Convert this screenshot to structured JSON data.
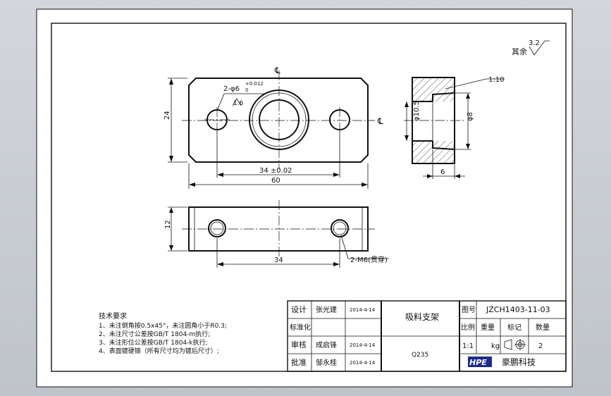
{
  "drawing": {
    "roughness": {
      "label": "其余",
      "value": "3.2"
    },
    "front_view": {
      "centerline_top": "℄",
      "centerline_right": "℄",
      "hole_dim": "2-φ6",
      "hole_tol_upper": "+0.012",
      "hole_tol_lower": "0",
      "hole_roughness": "1.6",
      "dim_height": "24",
      "dim_spacing": "34 ±0.02",
      "dim_width": "60"
    },
    "side_view": {
      "taper": "1:10",
      "dim_outer": "φ10.5",
      "dim_inner": "φ8",
      "dim_depth": "6"
    },
    "bottom_view": {
      "dim_thickness": "12",
      "dim_spacing": "34",
      "thread_note": "2-M6(贯穿)"
    },
    "tech_notes": {
      "title": "技术要求",
      "lines": [
        "1、未注倒角按0.5x45°，未注圆角小于R0.3;",
        "2、未注尺寸公差按GB/T 1804-m执行;",
        "3、未注形位公差按GB/T 1804-k执行;",
        "4、表面镀硬铬（所有尺寸均为镀后尺寸）;"
      ]
    },
    "title_block": {
      "rows": [
        {
          "role": "设计",
          "name": "张光建",
          "date": "2014-4-14"
        },
        {
          "role": "标准化",
          "name": "",
          "date": ""
        },
        {
          "role": "审核",
          "name": "成启锋",
          "date": "2014-4-14"
        },
        {
          "role": "批准",
          "name": "邹永桂",
          "date": "2014-4-14"
        }
      ],
      "part_name": "吸料支架",
      "material": "Q235",
      "drawing_no_label": "图号",
      "drawing_no": "JZCH1403-11-03",
      "scale_label": "比例",
      "weight_label": "重量",
      "mark_label": "标记",
      "qty_label": "数量",
      "scale": "1:1",
      "weight": "kg",
      "qty": "2",
      "logo": "HPE",
      "company": "豪鹏科技"
    }
  }
}
